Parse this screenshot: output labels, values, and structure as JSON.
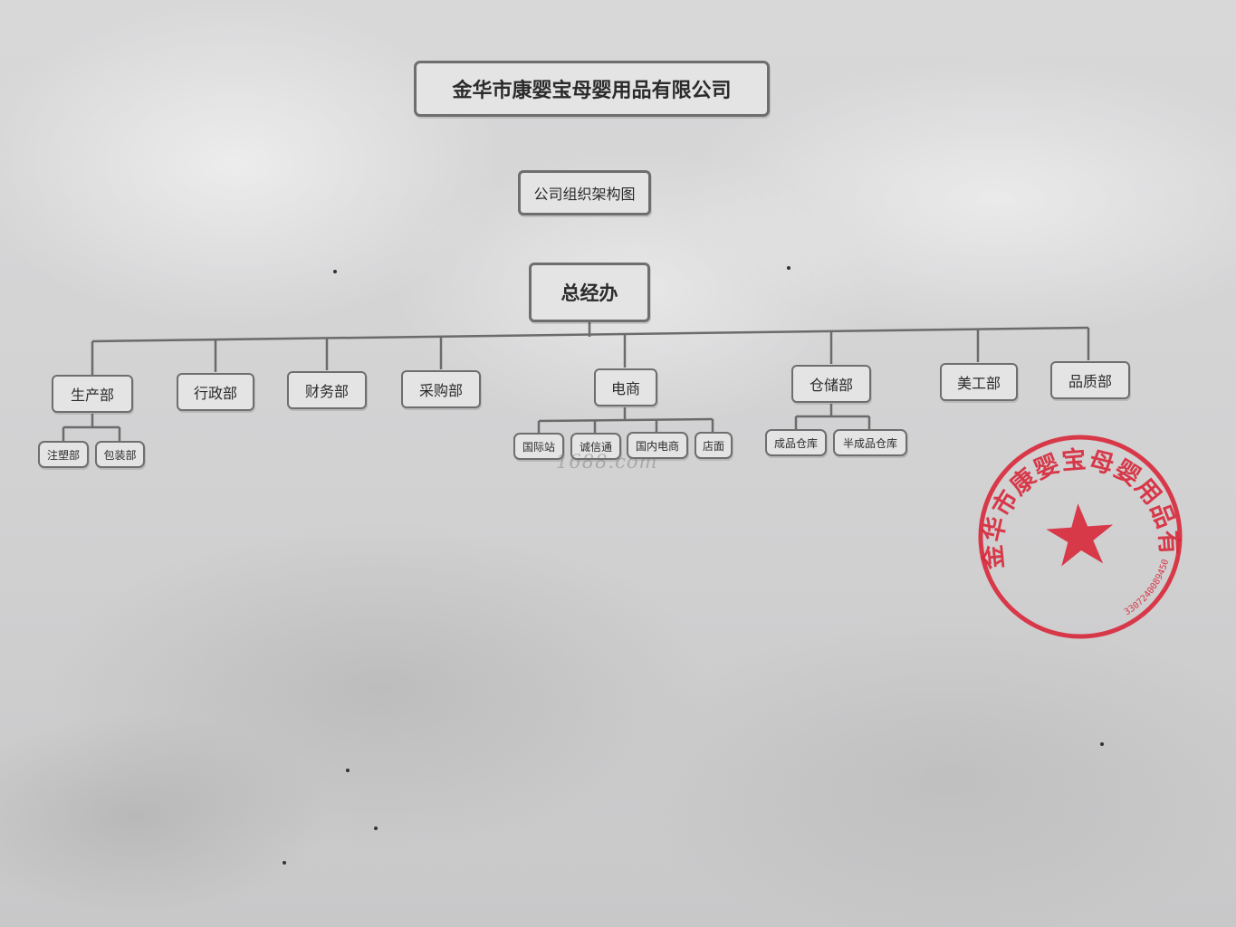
{
  "company_title": "金华市康婴宝母婴用品有限公司",
  "chart_title": "公司组织架构图",
  "root": "总经办",
  "departments": {
    "production": "生产部",
    "admin": "行政部",
    "finance": "财务部",
    "purchasing": "采购部",
    "ecommerce": "电商",
    "warehouse": "仓储部",
    "art": "美工部",
    "quality": "品质部"
  },
  "sub_departments": {
    "production": [
      "注塑部",
      "包装部"
    ],
    "ecommerce": [
      "国际站",
      "诚信通",
      "国内电商",
      "店面"
    ],
    "warehouse": [
      "成品仓库",
      "半成品仓库"
    ]
  },
  "watermark": "1688.com",
  "seal": {
    "text": "金华市康婴宝母婴用品有限公司",
    "number": "3307240089450",
    "color": "#d8283a",
    "icon": "star-icon"
  }
}
